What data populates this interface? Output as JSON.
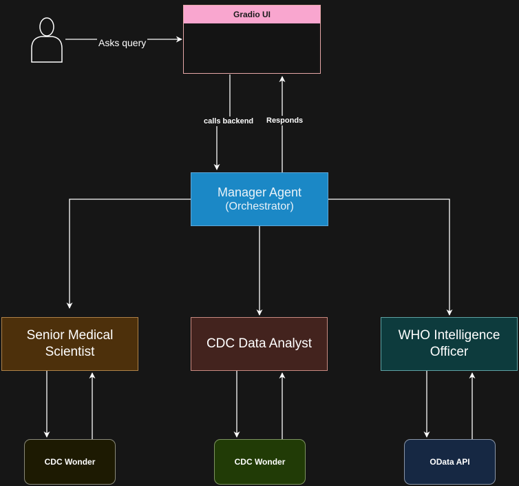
{
  "diagram": {
    "user": {
      "icon": "user-icon"
    },
    "edges": {
      "user_to_ui": "Asks query",
      "ui_to_manager": "calls backend",
      "manager_to_ui": "Responds"
    },
    "gradio_ui": {
      "title": "Gradio UI"
    },
    "manager": {
      "line1": "Manager Agent",
      "line2": "(Orchestrator)"
    },
    "agents": [
      {
        "label": "Senior Medical Scientist",
        "fill": "#4d300b"
      },
      {
        "label": "CDC Data Analyst",
        "fill": "#43231e"
      },
      {
        "label": "WHO Intelligence Officer",
        "fill": "#0d3b3d"
      }
    ],
    "tools": [
      {
        "label": "CDC Wonder",
        "fill": "#1d1a02"
      },
      {
        "label": "CDC Wonder",
        "fill": "#213b06"
      },
      {
        "label": "OData API",
        "fill": "#162843"
      }
    ],
    "colors": {
      "background": "#161616",
      "connector": "#ffffff",
      "ui_header": "#f9a6cf",
      "manager_fill": "#1b88c6"
    }
  }
}
